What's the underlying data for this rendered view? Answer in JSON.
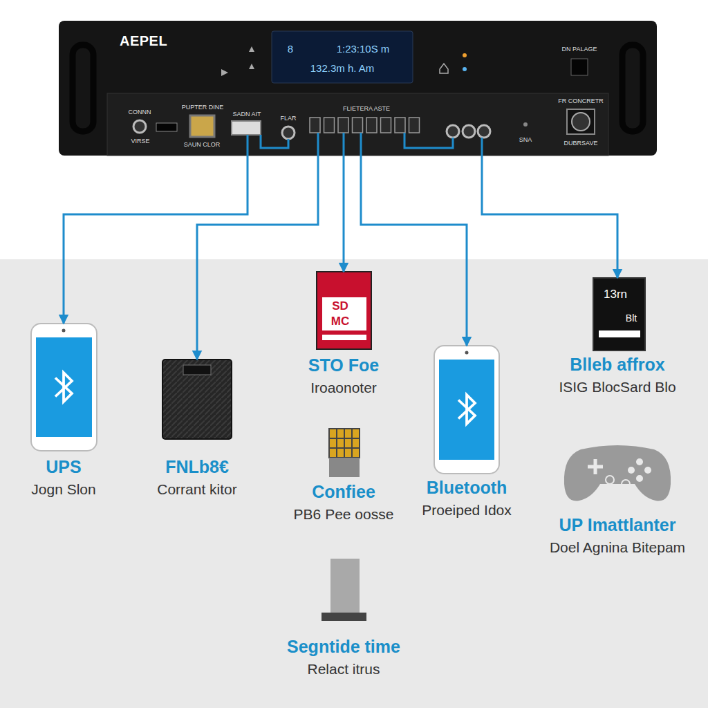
{
  "diagram": {
    "nodes": [
      {
        "text": [
          "AEPEL"
        ]
      },
      {
        "text": [
          "UPS",
          "Jogn Slon"
        ]
      },
      {
        "text": [
          "FNLb8€",
          "Corrant kitor"
        ]
      },
      {
        "text": [
          "STO Foe",
          "Iroaonoter"
        ]
      },
      {
        "text": [
          "Confiee",
          "PB6 Pee oosse"
        ]
      },
      {
        "text": [
          "Segntide time",
          "Relact itrus"
        ]
      },
      {
        "text": [
          "Bluetooth",
          "Proeiped Idox"
        ]
      },
      {
        "text": [
          "Blleb affrox",
          "ISIG BlocSard Blo"
        ]
      },
      {
        "text": [
          "UP Imattlanter",
          "Doel Agnina Bitepam"
        ]
      }
    ],
    "edges": [
      {
        "from": 0,
        "to": 1,
        "arrow": "to"
      },
      {
        "from": 0,
        "to": 2,
        "arrow": "to"
      },
      {
        "from": 0,
        "to": 3,
        "arrow": "to"
      },
      {
        "from": 0,
        "to": 6,
        "arrow": "to"
      },
      {
        "from": 0,
        "to": 7,
        "arrow": "to"
      }
    ],
    "labels": [
      "8",
      "1:23:10S m",
      "132.3m h. Am",
      "CONNN",
      "VIRSE",
      "PUPTER DINE",
      "SAUN CLOR",
      "SADN AIT",
      "FLAR",
      "FLIETERA ASTE",
      "SNA",
      "DN PALAGE",
      "FR CONCRETR",
      "DUBRSAVE",
      "SD",
      "MC",
      "13rn",
      "Blt"
    ]
  }
}
